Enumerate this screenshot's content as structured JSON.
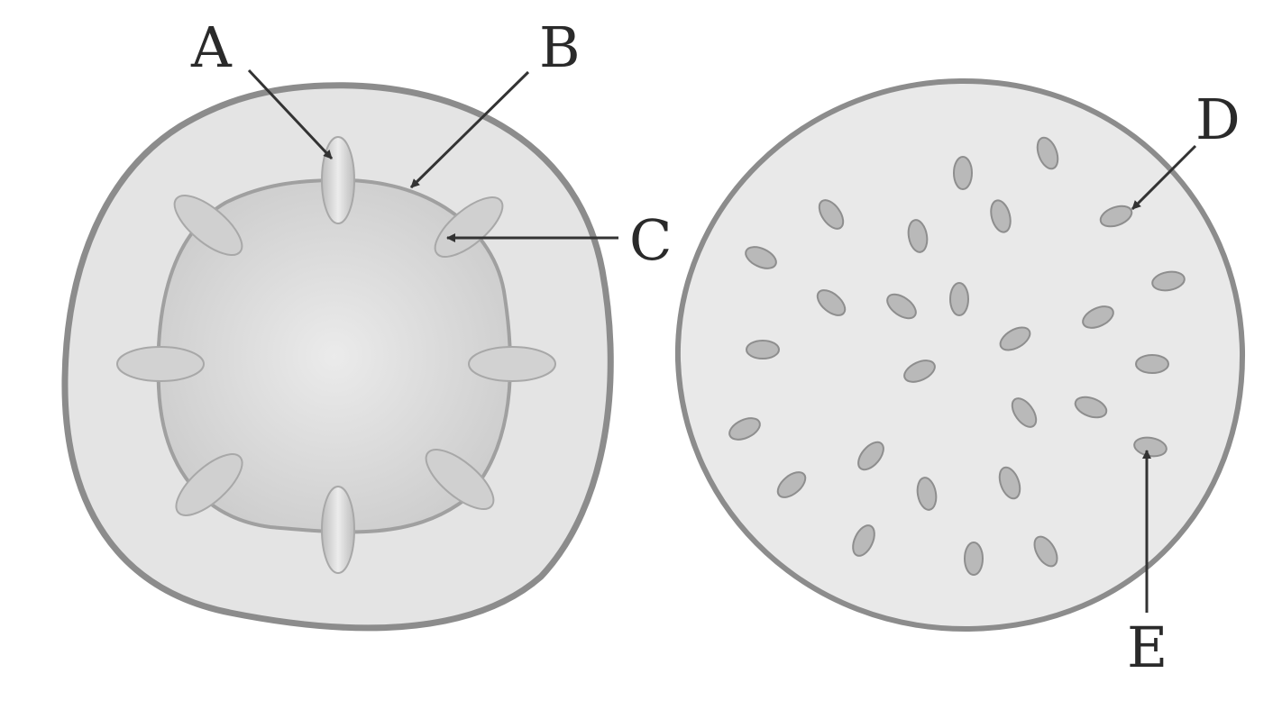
{
  "labels": {
    "a": "A",
    "b": "B",
    "c": "C",
    "d": "D",
    "e": "E"
  },
  "colors": {
    "outline": "#8c8c8c",
    "cytoplasm": "#e6e6e6",
    "inner_region": "#d6d6d6",
    "structure_fill": "#cfcfcf",
    "structure_stroke": "#9a9a9a",
    "arrow": "#333333"
  }
}
